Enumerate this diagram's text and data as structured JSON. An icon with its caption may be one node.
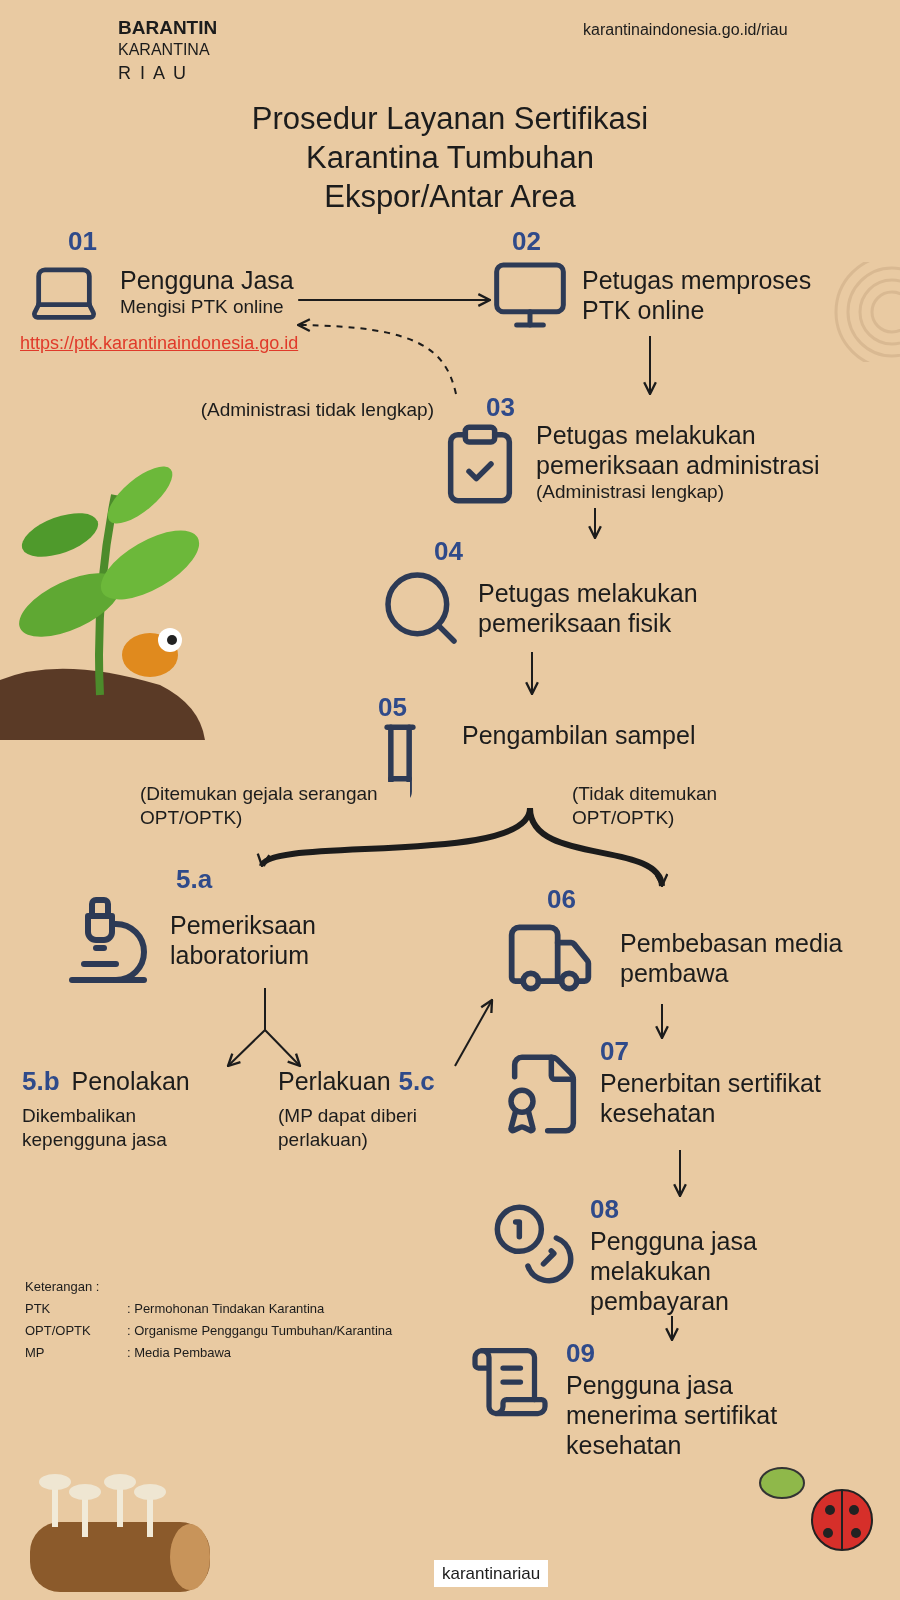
{
  "diagram": {
    "title": "Prosedur Layanan Sertifikasi Karantina Tumbuhan Ekspor/Antar Area",
    "nodes": [
      {
        "text": [
          "01",
          "Pengguna Jasa",
          "Mengisi PTK online",
          "https://ptk.karantinaindonesia.go.id"
        ]
      },
      {
        "text": [
          "02",
          "Petugas memproses PTK online"
        ]
      },
      {
        "text": [
          "03",
          "Petugas melakukan pemeriksaan administrasi",
          "(Administrasi lengkap)"
        ]
      },
      {
        "text": [
          "04",
          "Petugas melakukan pemeriksaan fisik"
        ]
      },
      {
        "text": [
          "05",
          "Pengambilan sampel"
        ]
      },
      {
        "text": [
          "5.a",
          "Pemeriksaan laboratorium"
        ]
      },
      {
        "text": [
          "5.b",
          "Penolakan",
          "Dikembalikan kepengguna jasa"
        ]
      },
      {
        "text": [
          "Perlakuan",
          "5.c",
          "(MP dapat diberi perlakuan)"
        ]
      },
      {
        "text": [
          "06",
          "Pembebasan media pembawa"
        ]
      },
      {
        "text": [
          "07",
          "Penerbitan sertifikat kesehatan"
        ]
      },
      {
        "text": [
          "08",
          "Pengguna jasa melakukan pembayaran"
        ]
      },
      {
        "text": [
          "09",
          "Pengguna jasa menerima sertifikat kesehatan"
        ]
      }
    ],
    "edges": [
      {
        "from": 0,
        "to": 1,
        "arrow": "to"
      },
      {
        "from": 1,
        "to": 2,
        "arrow": "to"
      },
      {
        "from": 2,
        "to": 0,
        "arrow": "to",
        "style": "dashed",
        "label": "(Administrasi tidak lengkap)"
      },
      {
        "from": 2,
        "to": 3,
        "arrow": "to"
      },
      {
        "from": 3,
        "to": 4,
        "arrow": "to"
      },
      {
        "from": 4,
        "to": 5,
        "arrow": "to",
        "style": "thick",
        "label": "(Ditemukan gejala serangan OPT/OPTK)"
      },
      {
        "from": 4,
        "to": 8,
        "arrow": "to",
        "style": "thick",
        "label": "(Tidak ditemukan OPT/OPTK)"
      },
      {
        "from": 5,
        "to": 6,
        "arrow": "to"
      },
      {
        "from": 5,
        "to": 7,
        "arrow": "to"
      },
      {
        "from": 7,
        "to": 8,
        "arrow": "to"
      },
      {
        "from": 8,
        "to": 9,
        "arrow": "to"
      },
      {
        "from": 9,
        "to": 10,
        "arrow": "to"
      },
      {
        "from": 10,
        "to": 11,
        "arrow": "to"
      }
    ],
    "labels": [
      "BARANTIN",
      "KARANTINA",
      "R I A U",
      "karantinaindonesia.go.id/riau",
      "Keterangan :",
      "PTK",
      ": Permohonan Tindakan Karantina",
      "OPT/OPTK",
      ": Organisme Penggangu Tumbuhan/Karantina",
      "MP",
      ": Media Pembawa",
      "karantinariau"
    ]
  }
}
